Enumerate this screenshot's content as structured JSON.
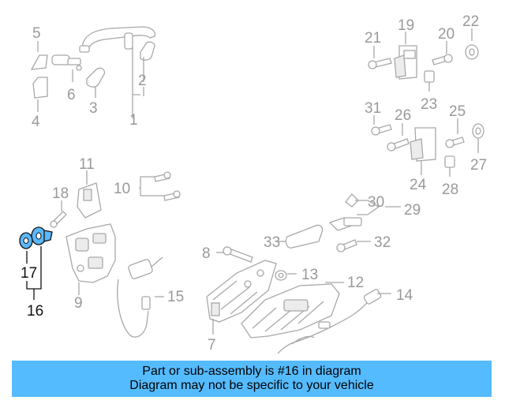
{
  "diagram": {
    "labels": {
      "l1": "1",
      "l2": "2",
      "l3": "3",
      "l4": "4",
      "l5": "5",
      "l6": "6",
      "l7": "7",
      "l8": "8",
      "l9": "9",
      "l10": "10",
      "l11": "11",
      "l12": "12",
      "l13": "13",
      "l14": "14",
      "l15": "15",
      "l16": "16",
      "l17": "17",
      "l18": "18",
      "l19": "19",
      "l20": "20",
      "l21": "21",
      "l22": "22",
      "l23": "23",
      "l24": "24",
      "l25": "25",
      "l26": "26",
      "l27": "27",
      "l28": "28",
      "l29": "29",
      "l30": "30",
      "l31": "31",
      "l32": "32",
      "l33": "33"
    },
    "highlighted_part": "16",
    "highlight_color": "#5ab8ff",
    "label_color": "#999999",
    "highlight_label_color": "#111111"
  },
  "banner": {
    "line1": "Part or sub-assembly is #16 in diagram",
    "line2": "Diagram may not be specific to your vehicle",
    "color": "#55bbff"
  }
}
